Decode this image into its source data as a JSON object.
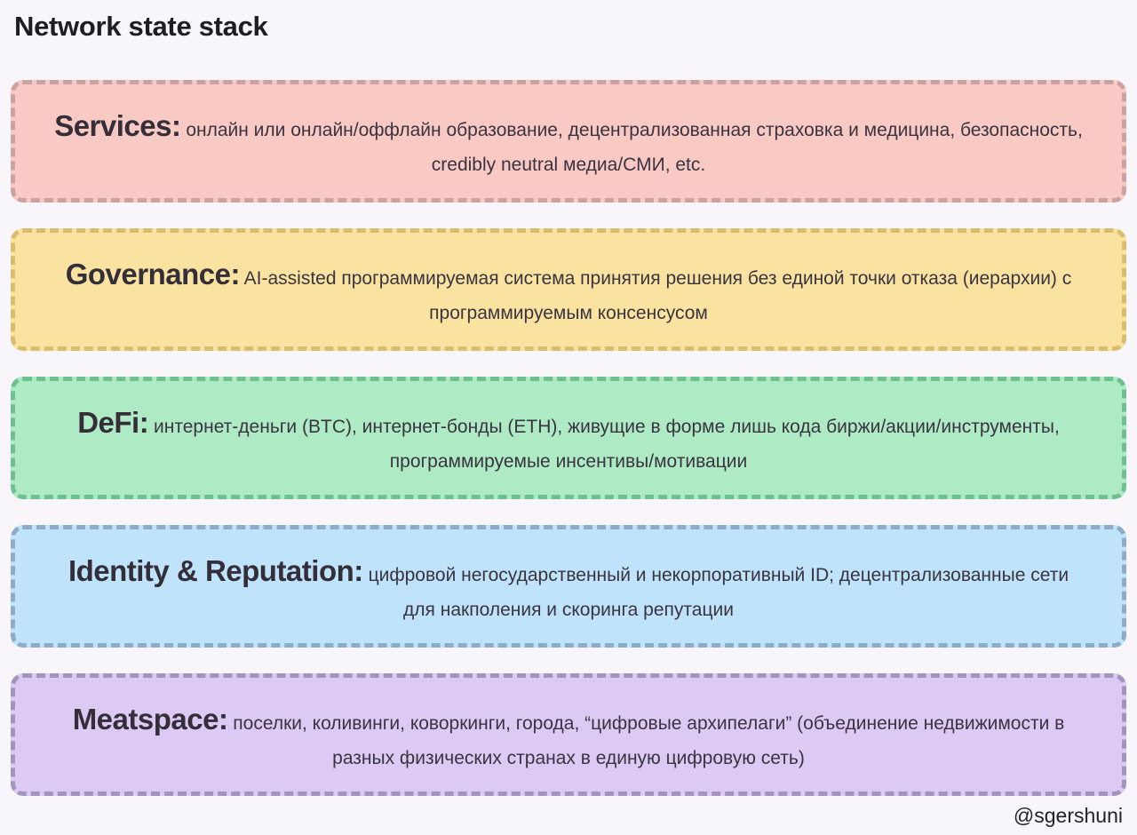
{
  "page": {
    "title": "Network state stack",
    "watermark": "@sgershuni",
    "background_color": "#f8f6fb"
  },
  "layers": [
    {
      "id": "services",
      "label": "Services:",
      "description": "онлайн или онлайн/оффлайн образование, децентрализованная страховка и медицина, безопасность, credibly neutral медиа/СМИ, etc.",
      "fill_color": "#f9c9c4",
      "border_color": "#c9a2a2"
    },
    {
      "id": "governance",
      "label": "Governance:",
      "description": "AI-assisted программируемая система принятия решения без единой точки отказа (иерархии) с программируемым консенсусом",
      "fill_color": "#fae3a1",
      "border_color": "#d9bd6d"
    },
    {
      "id": "defi",
      "label": "DeFi:",
      "description": "интернет-деньги (BTC), интернет-бонды (ETH), живущие в форме лишь кода биржи/акции/инструменты, программируемые инсентивы/мотивации",
      "fill_color": "#aeeac4",
      "border_color": "#6ec091"
    },
    {
      "id": "identity-reputation",
      "label": "Identity & Reputation:",
      "description": "цифровой негосударственный и некорпоративный ID; децентрализованные сети для накполения и скоринга репутации",
      "fill_color": "#bee3fa",
      "border_color": "#8fabc9"
    },
    {
      "id": "meatspace",
      "label": "Meatspace:",
      "description": "поселки, коливинги, коворкинги, города, “цифровые архипелаги” (объединение недвижимости в разных физических странах в единую цифровую сеть)",
      "fill_color": "#dcc9f4",
      "border_color": "#a295bb"
    }
  ]
}
